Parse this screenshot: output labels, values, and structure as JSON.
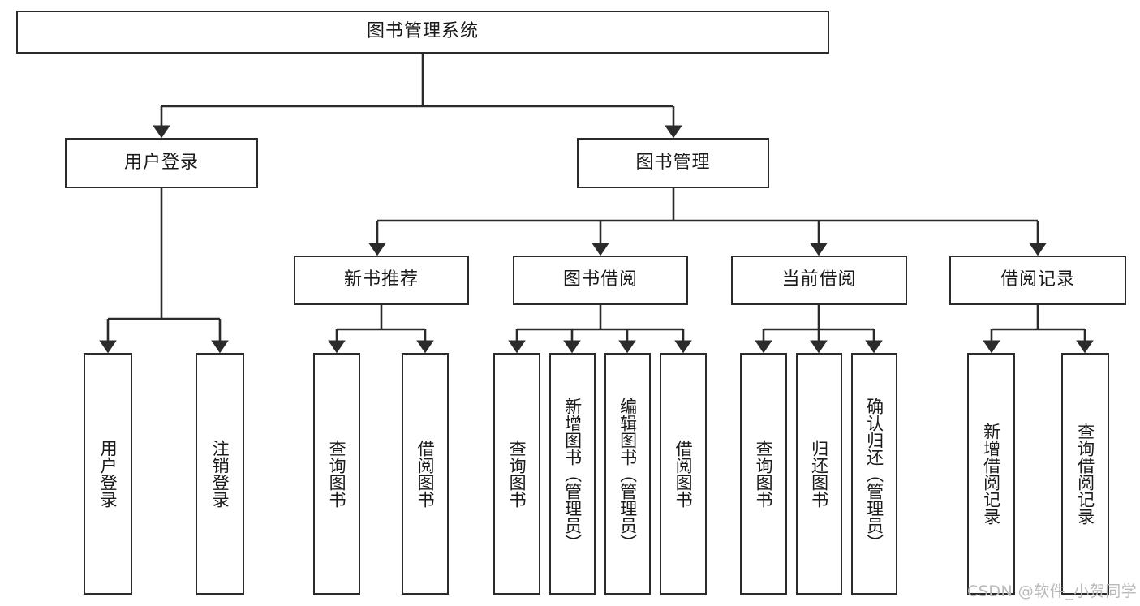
{
  "diagram": {
    "title": "图书管理系统",
    "type": "hierarchy-tree",
    "root": {
      "label": "图书管理系统"
    },
    "level2": [
      {
        "label": "用户登录"
      },
      {
        "label": "图书管理"
      }
    ],
    "level3": [
      {
        "label": "新书推荐"
      },
      {
        "label": "图书借阅"
      },
      {
        "label": "当前借阅"
      },
      {
        "label": "借阅记录"
      }
    ],
    "leaves": {
      "user_login": [
        {
          "label": "用户登录"
        },
        {
          "label": "注销登录"
        }
      ],
      "new_book_recommend": [
        {
          "label": "查询图书"
        },
        {
          "label": "借阅图书"
        }
      ],
      "book_borrow": [
        {
          "label": "查询图书"
        },
        {
          "label": "新增图书（管理员）"
        },
        {
          "label": "编辑图书（管理员）"
        },
        {
          "label": "借阅图书"
        }
      ],
      "current_borrow": [
        {
          "label": "查询图书"
        },
        {
          "label": "归还图书"
        },
        {
          "label": "确认归还（管理员）"
        }
      ],
      "borrow_record": [
        {
          "label": "新增借阅记录"
        },
        {
          "label": "查询借阅记录"
        }
      ]
    },
    "watermark": "CSDN @软件_小贺同学",
    "colors": {
      "border": "#2b2b2b",
      "text": "#1a1a1a",
      "background": "#ffffff",
      "watermark": "#b9b9b9"
    }
  }
}
